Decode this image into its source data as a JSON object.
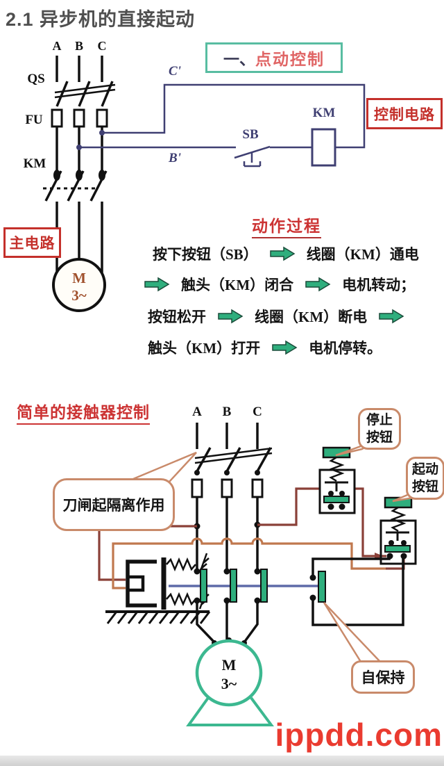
{
  "page": {
    "title": "2.1 异步机的直接起动",
    "watermark": "ippdd.com"
  },
  "jog": {
    "heading_prefix": "一、",
    "heading_name": "点动控制",
    "control_circuit_label": "控制电路",
    "main_circuit_label": "主电路",
    "phase_a": "A",
    "phase_b": "B",
    "phase_c": "C",
    "qs_label": "QS",
    "fu_label": "FU",
    "km_label": "KM",
    "c_prime": "C'",
    "b_prime": "B'",
    "sb_label": "SB",
    "km_coil_label": "KM",
    "motor_m": "M",
    "motor_3": "3~"
  },
  "process": {
    "title": "动作过程",
    "row1_text1": "按下按钮（SB）",
    "row1_text2": "线圈（KM）通电",
    "row2_text1": "触头（KM）闭合",
    "row2_text2": "电机转动；",
    "row3_text1": "按钮松开",
    "row3_text2": "线圈（KM）断电",
    "row4_text1": "触头（KM）打开",
    "row4_text2": "电机停转。"
  },
  "contactor": {
    "title": "简单的接触器控制",
    "phase_a": "A",
    "phase_b": "B",
    "phase_c": "C",
    "knife_callout": "刀闸起隔离作用",
    "stop_line1": "停止",
    "stop_line2": "按钮",
    "start_line1": "起动",
    "start_line2": "按钮",
    "self_hold": "自保持",
    "motor_m": "M",
    "motor_3": "3~"
  },
  "colors": {
    "title_red": "#cc3333",
    "box_red": "#c4302b",
    "teal_border": "#58bda1",
    "navy_wire": "#3f3f72",
    "green_contact": "#2fae7d",
    "motor_green": "#3cb890",
    "maroon_wire": "#8a4038",
    "orange_wire": "#c0784e",
    "callout_border": "#c98a6a",
    "watermark_red": "#ea3b30",
    "motor_text_brown": "#a0512d"
  }
}
